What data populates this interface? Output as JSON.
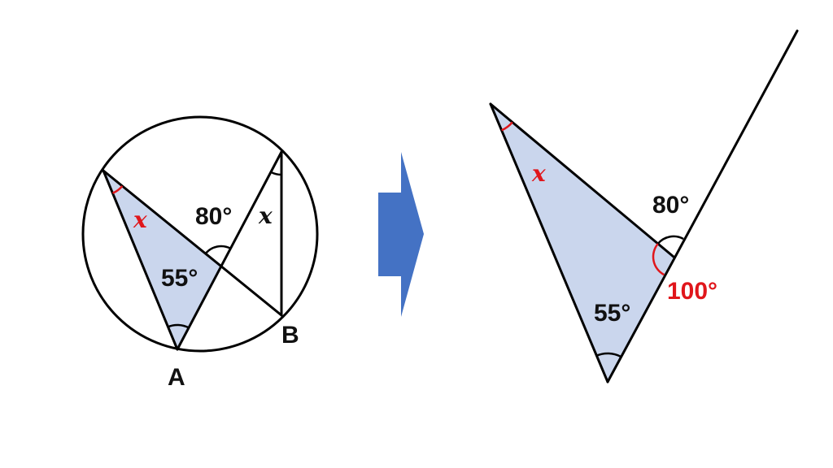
{
  "left_figure": {
    "point_a": "A",
    "point_b": "B",
    "angle_x_red": "x",
    "angle_80": "80°",
    "angle_x_black": "x",
    "angle_55": "55°"
  },
  "right_figure": {
    "angle_x_red": "x",
    "angle_80": "80°",
    "angle_100": "100°",
    "angle_55": "55°"
  },
  "colors": {
    "fill": "#cad6ed",
    "arrow": "#4472c4",
    "highlight": "#e0161b"
  }
}
